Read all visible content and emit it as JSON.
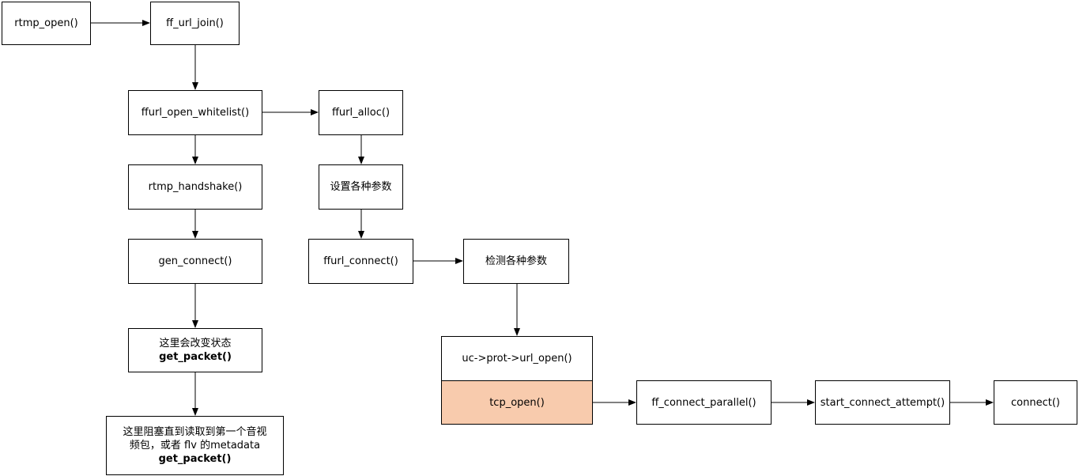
{
  "colors": {
    "stroke": "#000000",
    "box_fill": "#ffffff",
    "highlight_fill": "#f8cbad"
  },
  "nodes": {
    "rtmp_open": "rtmp_open()",
    "ff_url_join": "ff_url_join()",
    "ffurl_open_whitelist": "ffurl_open_whitelist()",
    "ffurl_alloc": "ffurl_alloc()",
    "rtmp_handshake": "rtmp_handshake()",
    "set_params": "设置各种参数",
    "gen_connect": "gen_connect()",
    "ffurl_connect": "ffurl_connect()",
    "check_params": "检测各种参数",
    "change_state": {
      "line1": "这里会改变状态",
      "line2": "get_packet()"
    },
    "url_open": {
      "top": "uc->prot->url_open()",
      "bottom": "tcp_open()"
    },
    "ff_connect_parallel": "ff_connect_parallel()",
    "start_connect_attempt": "start_connect_attempt()",
    "connect": "connect()",
    "block_read": {
      "line1": "这里阻塞直到读取到第一个音视",
      "line2": "频包，或者 flv 的metadata",
      "line3": "get_packet()"
    }
  }
}
